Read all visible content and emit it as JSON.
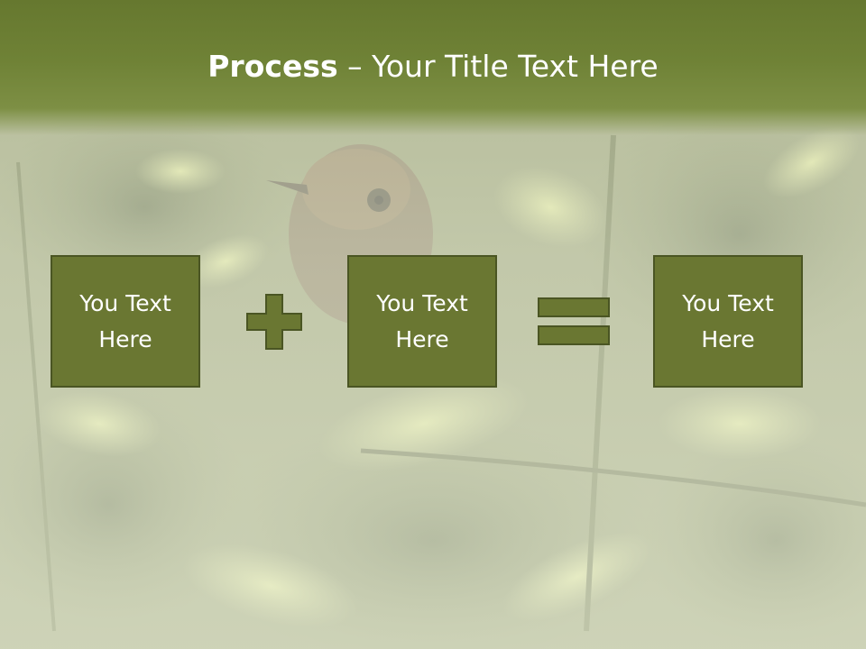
{
  "slide": {
    "title_bold": "Process",
    "title_rest": " – Your Title Text Here"
  },
  "steps": [
    {
      "text": "You Text Here"
    },
    {
      "text": "You Text Here"
    },
    {
      "text": "You Text Here"
    }
  ],
  "operators": [
    {
      "icon": "plus-icon"
    },
    {
      "icon": "equals-icon"
    }
  ],
  "colors": {
    "title_bar": "#6f8236",
    "box_fill": "#6a7732",
    "box_border": "#4a5523",
    "text": "#ffffff"
  }
}
